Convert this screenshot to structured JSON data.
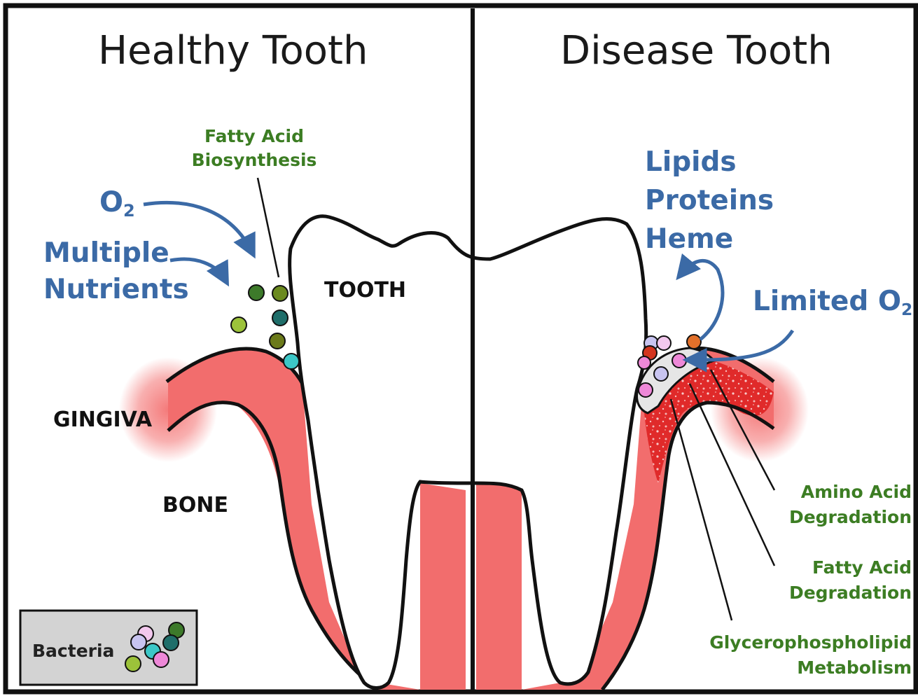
{
  "titles": {
    "healthy": "Healthy Tooth",
    "disease": "Disease Tooth"
  },
  "healthy": {
    "fatty_acid_biosynthesis": [
      "Fatty Acid",
      "Biosynthesis"
    ],
    "o2": {
      "base": "O",
      "sub": "2"
    },
    "multiple_nutrients": [
      "Multiple",
      "Nutrients"
    ],
    "tooth_label": "TOOTH",
    "gingiva_label": "GINGIVA",
    "bone_label": "BONE"
  },
  "disease": {
    "released": [
      "Lipids",
      "Proteins",
      "Heme"
    ],
    "limited_o2": {
      "base": "Limited O",
      "sub": "2"
    },
    "amino_acid_degradation": [
      "Amino Acid",
      "Degradation"
    ],
    "fatty_acid_degradation": [
      "Fatty Acid",
      "Degradation"
    ],
    "glycerophospholipid_metabolism": [
      "Glycerophospholipid",
      "Metabolism"
    ]
  },
  "legend": {
    "label": "Bacteria"
  },
  "colors": {
    "gum_pink": "#f26d6d",
    "gingiva_glow": "#f47a7a",
    "label_blue": "#3b6aa6",
    "label_green": "#3c7d23",
    "legend_bg": "#d3d3d3",
    "bacteria_dark_green": "#3d7a2a",
    "bacteria_olive": "#6b8a1f",
    "bacteria_teal": "#1f6e6a",
    "bacteria_lime": "#9cc23a",
    "bacteria_cyan": "#3cc7c7",
    "bacteria_lavender": "#c8c4f0",
    "bacteria_pink": "#ee88d8",
    "bacteria_light_pink": "#f3c8ee",
    "bacteria_orange": "#e2702a",
    "bacteria_red": "#d3351f",
    "inflamed_red": "#e02a2a"
  }
}
